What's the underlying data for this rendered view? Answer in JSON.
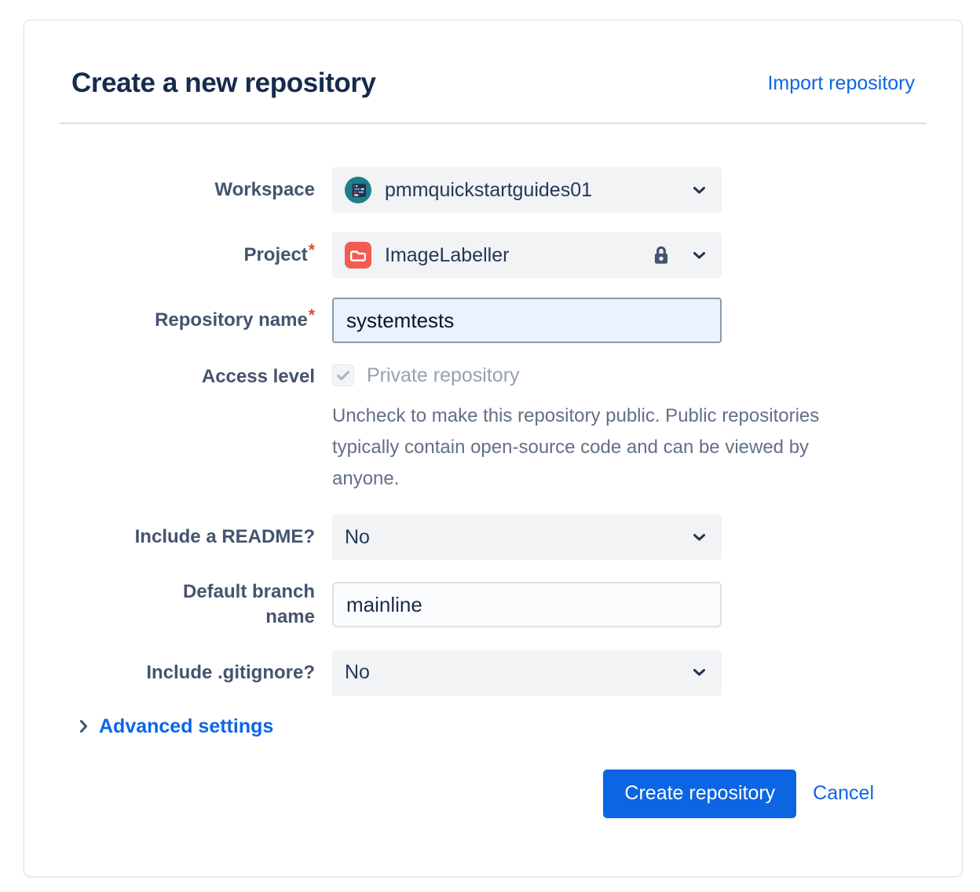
{
  "modal": {
    "title": "Create a new repository",
    "import_link": "Import repository"
  },
  "form": {
    "workspace": {
      "label": "Workspace",
      "value": "pmmquickstartguides01"
    },
    "project": {
      "label": "Project",
      "required_mark": "*",
      "value": "ImageLabeller",
      "locked": true
    },
    "repository_name": {
      "label": "Repository name",
      "required_mark": "*",
      "value": "systemtests"
    },
    "access_level": {
      "label": "Access level",
      "checkbox_checked": true,
      "checkbox_disabled": true,
      "checkbox_label": "Private repository",
      "help_text": "Uncheck to make this repository public. Public repositories typically contain open‑source code and can be viewed by anyone."
    },
    "include_readme": {
      "label": "Include a README?",
      "value": "No"
    },
    "default_branch": {
      "label": "Default branch name",
      "value": "mainline"
    },
    "include_gitignore": {
      "label": "Include .gitignore?",
      "value": "No"
    },
    "advanced_settings_label": "Advanced settings"
  },
  "footer": {
    "create_button": "Create repository",
    "cancel_button": "Cancel"
  },
  "icons": {
    "workspace_avatar": "teal-circle-with-server-card",
    "project_avatar": "red-square-white-folder",
    "lock": "padlock",
    "select_chevron": "chevron-down",
    "advanced_chevron": "chevron-right",
    "access_checkbox": "check-mark"
  },
  "colors": {
    "accent_blue": "#0C66E4",
    "title_navy": "#172B4D",
    "label_slate": "#44546F",
    "helper_gray": "#626F86",
    "disabled_text": "#97A1B1",
    "field_bg": "#F2F3F5",
    "input_selected_bg": "#E9F2FF",
    "required_red": "#E34935",
    "workspace_avatar_teal": "#1D7F8C",
    "project_icon_red": "#F15B50"
  }
}
